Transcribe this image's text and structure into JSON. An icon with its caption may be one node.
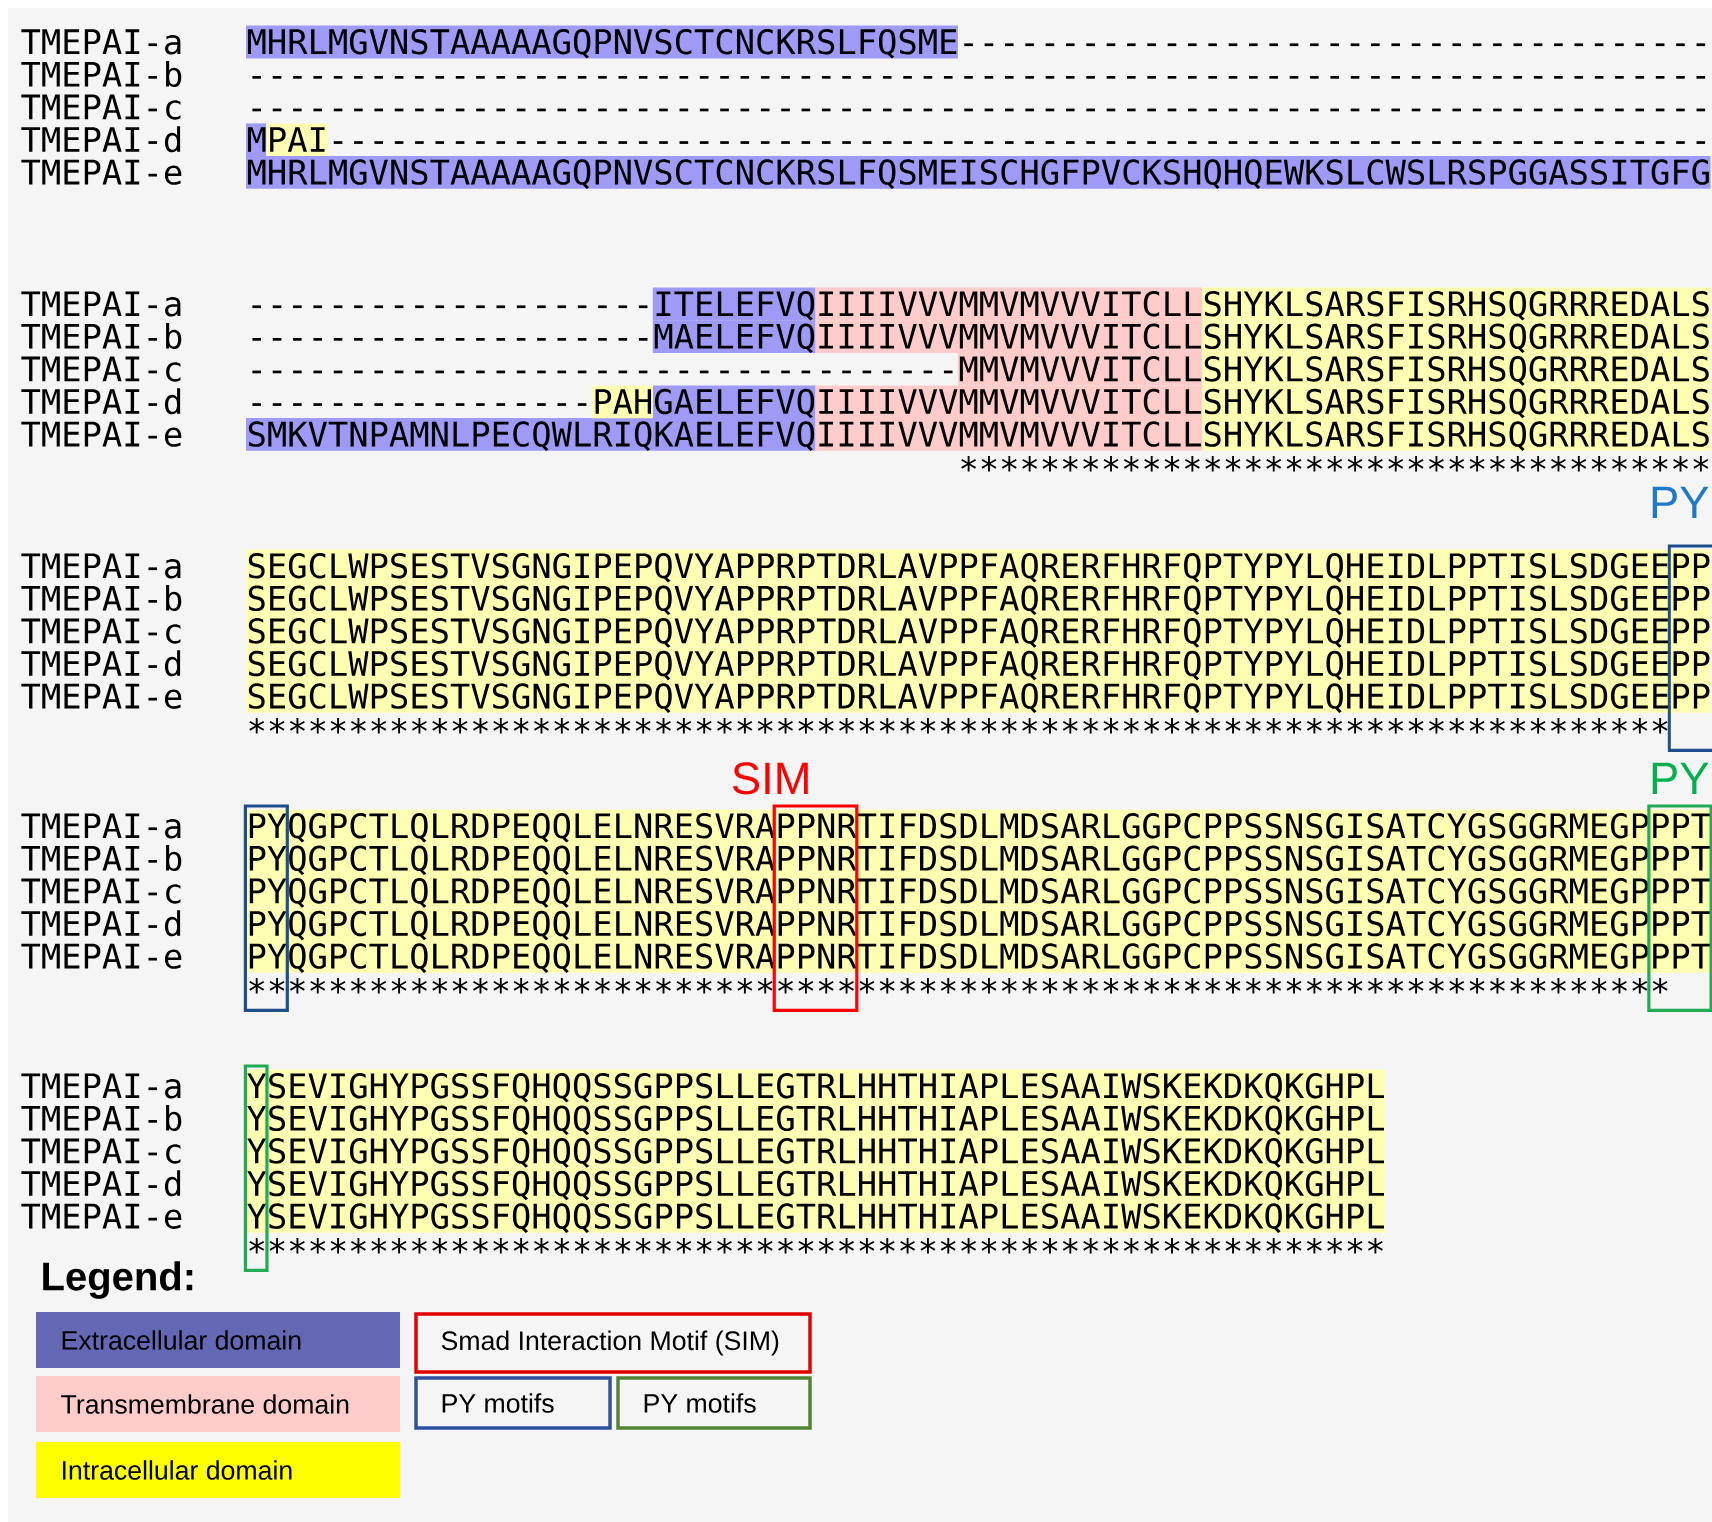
{
  "diagram": {
    "labels": [
      "TMEPAI-a",
      "MHRLMGVNSTAAAAAGQPNVSCTCNCKRSLFQSME-------------------------------------",
      "TMEPAI-b",
      "------------------------------------------------------------------------",
      "TMEPAI-c",
      "------------------------------------------------------------------------",
      "TMEPAI-d",
      "MPAI--------------------------------------------------------------------",
      "TMEPAI-e",
      "MHRLMGVNSTAAAAAGQPNVSCTCNCKRSLFQSMEISCHGFPVCKSHQHQEWKSLCWSLRSPGGASSITGFG",
      "TMEPAI-a",
      "--------------------ITELEFVQIIIIVVVMMVMVVVITCLLSHYKLSARSFISRHSQGRRREDALS",
      "TMEPAI-b",
      "--------------------MAELEFVQIIIIVVVMMVMVVVITCLLSHYKLSARSFISRHSQGRRREDALS",
      "TMEPAI-c",
      "-----------------------------------MMVMVVVITCLLSHYKLSARSFISRHSQGRRREDALS",
      "TMEPAI-d",
      "-----------------PAHGAELEFVQIIIIVVVMMVMVVVITCLLSHYKLSARSFISRHSQGRRREDALS",
      "TMEPAI-e",
      "SMKVTNPAMNLPECQWLRIQKAELEFVQIIIIVVVMMVMVVVITCLLSHYKLSARSFISRHSQGRRREDALS",
      "∗∗∗∗∗∗∗∗∗∗∗∗∗∗∗∗∗∗∗∗∗∗∗∗∗∗∗∗∗∗∗∗∗∗∗∗∗",
      "PY",
      "TMEPAI-a",
      "SEGCLWPSESTVSGNGIPEPQVYAPPRPTDRLAVPPFAQRERFHRFQPTYPYLQHEIDLPPTISLSDGEEPP",
      "TMEPAI-b",
      "SEGCLWPSESTVSGNGIPEPQVYAPPRPTDRLAVPPFAQRERFHRFQPTYPYLQHEIDLPPTISLSDGEEPP",
      "TMEPAI-c",
      "SEGCLWPSESTVSGNGIPEPQVYAPPRPTDRLAVPPFAQRERFHRFQPTYPYLQHEIDLPPTISLSDGEEPP",
      "TMEPAI-d",
      "SEGCLWPSESTVSGNGIPEPQVYAPPRPTDRLAVPPFAQRERFHRFQPTYPYLQHEIDLPPTISLSDGEEPP",
      "TMEPAI-e",
      "SEGCLWPSESTVSGNGIPEPQVYAPPRPTDRLAVPPFAQRERFHRFQPTYPYLQHEIDLPPTISLSDGEEPP",
      "∗∗∗∗∗∗∗∗∗∗∗∗∗∗∗∗∗∗∗∗∗∗∗∗∗∗∗∗∗∗∗∗∗∗∗∗∗∗∗∗∗∗∗∗∗∗∗∗∗∗∗∗∗∗∗∗∗∗∗∗∗∗∗∗∗∗∗∗∗∗",
      "SIM",
      "PY",
      "TMEPAI-a",
      "PYQGPCTLQLRDPEQQLELNRESVRAPPNRTIFDSDLMDSARLGGPCPPSSNSGISATCYGSGGRMEGPPPT",
      "TMEPAI-b",
      "PYQGPCTLQLRDPEQQLELNRESVRAPPNRTIFDSDLMDSARLGGPCPPSSNSGISATCYGSGGRMEGPPPT",
      "TMEPAI-c",
      "PYQGPCTLQLRDPEQQLELNRESVRAPPNRTIFDSDLMDSARLGGPCPPSSNSGISATCYGSGGRMEGPPPT",
      "TMEPAI-d",
      "PYQGPCTLQLRDPEQQLELNRESVRAPPNRTIFDSDLMDSARLGGPCPPSSNSGISATCYGSGGRMEGPPPT",
      "TMEPAI-e",
      "PYQGPCTLQLRDPEQQLELNRESVRAPPNRTIFDSDLMDSARLGGPCPPSSNSGISATCYGSGGRMEGPPPT",
      "∗∗∗∗∗∗∗∗∗∗∗∗∗∗∗∗∗∗∗∗∗∗∗∗∗∗∗∗∗∗∗∗∗∗∗∗∗∗∗∗∗∗∗∗∗∗∗∗∗∗∗∗∗∗∗∗∗∗∗∗∗∗∗∗∗∗∗∗∗∗",
      "TMEPAI-a",
      "YSEVIGHYPGSSFQHQQSSGPPSLLEGTRLHHTHIAPLESAAIWSKEKDKQKGHPL",
      "TMEPAI-b",
      "YSEVIGHYPGSSFQHQQSSGPPSLLEGTRLHHTHIAPLESAAIWSKEKDKQKGHPL",
      "TMEPAI-c",
      "YSEVIGHYPGSSFQHQQSSGPPSLLEGTRLHHTHIAPLESAAIWSKEKDKQKGHPL",
      "TMEPAI-d",
      "YSEVIGHYPGSSFQHQQSSGPPSLLEGTRLHHTHIAPLESAAIWSKEKDKQKGHPL",
      "TMEPAI-e",
      "YSEVIGHYPGSSFQHQQSSGPPSLLEGTRLHHTHIAPLESAAIWSKEKDKQKGHPL",
      "∗∗∗∗∗∗∗∗∗∗∗∗∗∗∗∗∗∗∗∗∗∗∗∗∗∗∗∗∗∗∗∗∗∗∗∗∗∗∗∗∗∗∗∗∗∗∗∗∗∗∗∗∗∗∗∗",
      "Legend:"
    ],
    "nodes": [
      {
        "text": [],
        "shape": "box"
      },
      {
        "text": [],
        "shape": "box"
      },
      {
        "text": [],
        "shape": "box"
      },
      {
        "text": [],
        "shape": "box"
      },
      {
        "text": [],
        "shape": "box"
      }
    ],
    "legend": [
      {
        "text": "Extracellular domain",
        "color": "#6467b4"
      },
      {
        "text": "Transmembrane domain",
        "color": "#ffcccc"
      },
      {
        "text": "Intracellular domain",
        "color": "#ffff00"
      },
      {
        "text": "Smad Interaction Motif (SIM)"
      },
      {
        "text": "PY motifs"
      },
      {
        "text": "PY motifs"
      }
    ]
  }
}
